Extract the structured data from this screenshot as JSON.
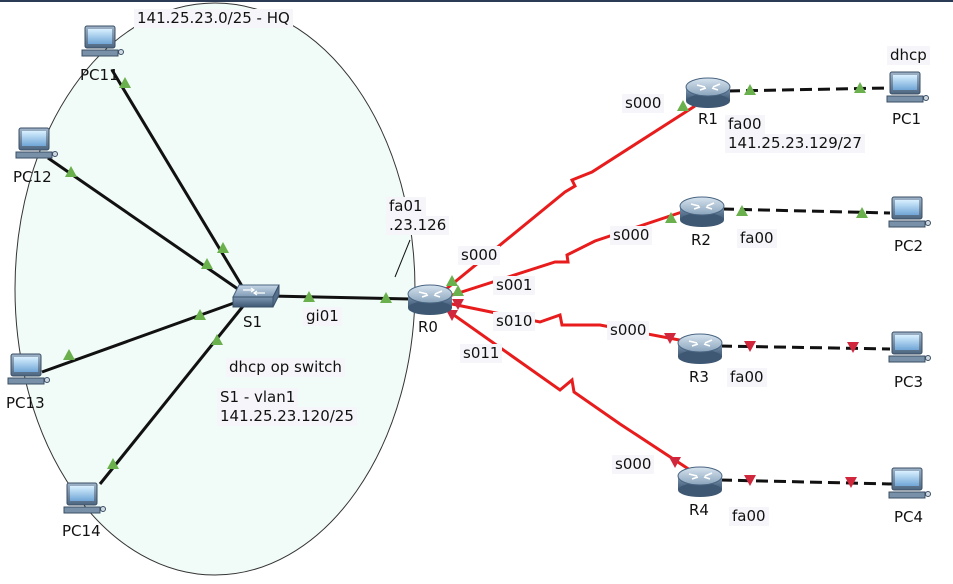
{
  "area": {
    "label": "141.25.23.0/25 - HQ"
  },
  "colors": {
    "area_fill": "#f1fbf7",
    "area_stroke": "#333333",
    "link_up": "#6ab04c",
    "link_down": "#d0273c",
    "serial": "#e81c1c",
    "ethernet": "#111111"
  },
  "devices": {
    "pc11": {
      "label": "PC11",
      "icon": "pc-icon"
    },
    "pc12": {
      "label": "PC12",
      "icon": "pc-icon"
    },
    "pc13": {
      "label": "PC13",
      "icon": "pc-icon"
    },
    "pc14": {
      "label": "PC14",
      "icon": "pc-icon"
    },
    "s1": {
      "label": "S1",
      "icon": "switch-icon"
    },
    "r0": {
      "label": "R0",
      "icon": "router-icon"
    },
    "r1": {
      "label": "R1",
      "icon": "router-icon"
    },
    "r2": {
      "label": "R2",
      "icon": "router-icon"
    },
    "r3": {
      "label": "R3",
      "icon": "router-icon"
    },
    "r4": {
      "label": "R4",
      "icon": "router-icon"
    },
    "pc1": {
      "label": "PC1",
      "icon": "pc-icon"
    },
    "pc2": {
      "label": "PC2",
      "icon": "pc-icon"
    },
    "pc3": {
      "label": "PC3",
      "icon": "pc-icon"
    },
    "pc4": {
      "label": "PC4",
      "icon": "pc-icon"
    }
  },
  "notes": {
    "fa01": "fa01",
    "fa01_ip": ".23.126",
    "gi01": "gi01",
    "dhcp_switch": "dhcp op switch",
    "s1_vlan": "S1 - vlan1",
    "s1_ip": "141.25.23.120/25",
    "dhcp": "dhcp",
    "r1_fa00": "fa00",
    "r1_ip": "141.25.23.129/27",
    "r2_fa00": "fa00",
    "r3_fa00": "fa00",
    "r4_fa00": "fa00",
    "r0_s000": "s000",
    "r0_s001": "s001",
    "r0_s010": "s010",
    "r0_s011": "s011",
    "r1_s000": "s000",
    "r2_s000": "s000",
    "r3_s000": "s000",
    "r4_s000": "s000"
  },
  "links": [
    {
      "name": "s1-pc11",
      "kind": "ethernet",
      "status": "up"
    },
    {
      "name": "s1-pc12",
      "kind": "ethernet",
      "status": "up"
    },
    {
      "name": "s1-pc13",
      "kind": "ethernet",
      "status": "up"
    },
    {
      "name": "s1-pc14",
      "kind": "ethernet",
      "status": "up"
    },
    {
      "name": "s1-r0",
      "kind": "ethernet",
      "status": "up"
    },
    {
      "name": "r0-r1",
      "kind": "serial",
      "status": "up"
    },
    {
      "name": "r0-r2",
      "kind": "serial",
      "status": "up"
    },
    {
      "name": "r0-r3",
      "kind": "serial",
      "status": "down"
    },
    {
      "name": "r0-r4",
      "kind": "serial",
      "status": "down"
    },
    {
      "name": "r1-pc1",
      "kind": "ethernet-dashed",
      "status": "up"
    },
    {
      "name": "r2-pc2",
      "kind": "ethernet-dashed",
      "status": "up"
    },
    {
      "name": "r3-pc3",
      "kind": "ethernet-dashed",
      "status": "down"
    },
    {
      "name": "r4-pc4",
      "kind": "ethernet-dashed",
      "status": "down"
    }
  ]
}
